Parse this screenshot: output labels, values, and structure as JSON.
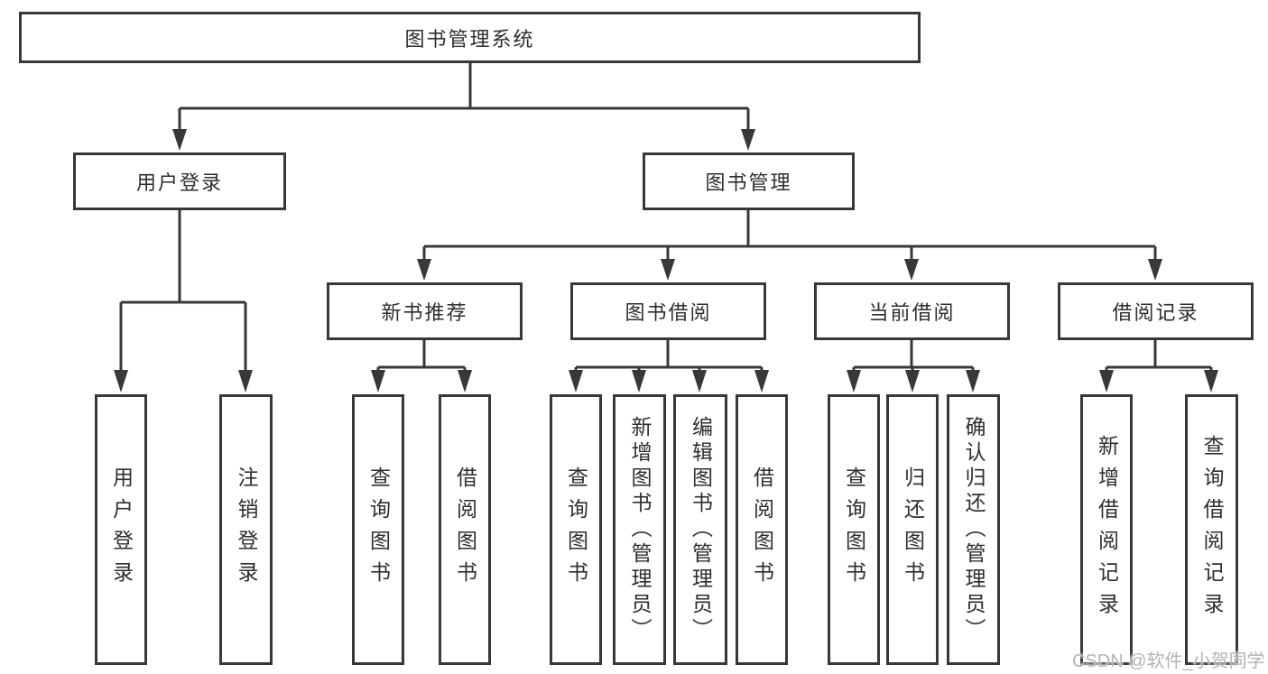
{
  "nodes": {
    "root": "图书管理系统",
    "level2": [
      "用户登录",
      "图书管理"
    ],
    "level3": [
      "新书推荐",
      "图书借阅",
      "当前借阅",
      "借阅记录"
    ],
    "leaf_groups": {
      "user_login": [
        "用户登录",
        "注销登录"
      ],
      "new_books": [
        "查询图书",
        "借阅图书"
      ],
      "book_borrow": [
        "查询图书",
        "新增图书（管理员）",
        "编辑图书（管理员）",
        "借阅图书"
      ],
      "current_borrow": [
        "查询图书",
        "归还图书",
        "确认归还（管理员）"
      ],
      "borrow_records": [
        "新增借阅记录",
        "查询借阅记录"
      ]
    }
  },
  "watermark": "CSDN @软件_小贺同学",
  "colors": {
    "line": "#383838",
    "text": "#2e2e2e",
    "watermark": "#b3b3b3",
    "background": "#ffffff"
  }
}
